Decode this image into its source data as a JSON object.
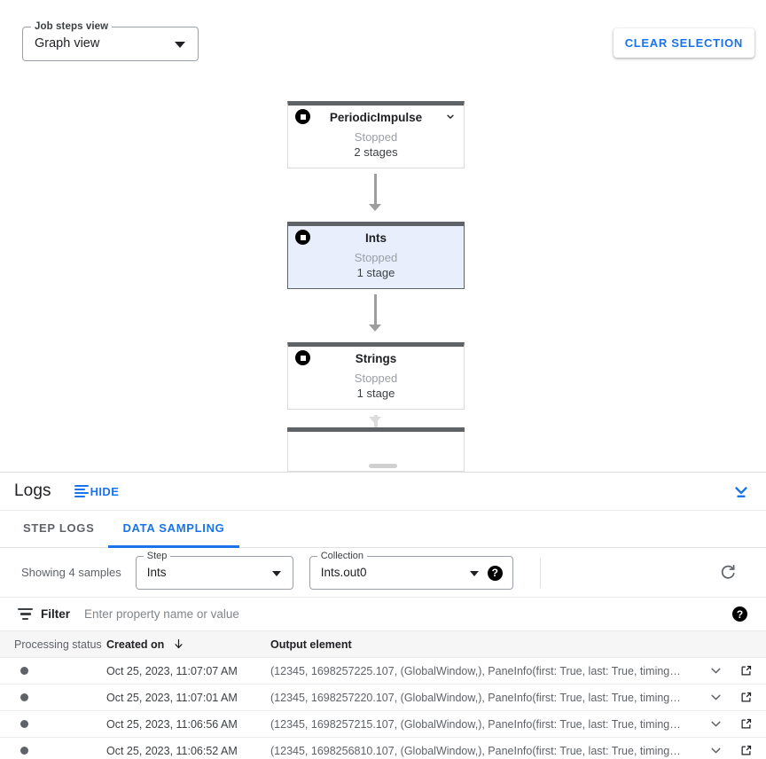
{
  "toolbar": {
    "job_steps_view": {
      "legend": "Job steps view",
      "value": "Graph view",
      "icon": "chevron-down-icon"
    },
    "clear_selection_label": "CLEAR SELECTION"
  },
  "graph": {
    "nodes": [
      {
        "title": "PeriodicImpulse",
        "status": "Stopped",
        "stages": "2 stages",
        "selected": false,
        "has_chevron": true,
        "icon": "stop-icon"
      },
      {
        "title": "Ints",
        "status": "Stopped",
        "stages": "1 stage",
        "selected": true,
        "has_chevron": false,
        "icon": "stop-icon"
      },
      {
        "title": "Strings",
        "status": "Stopped",
        "stages": "1 stage",
        "selected": false,
        "has_chevron": false,
        "icon": "stop-icon"
      }
    ],
    "accent_selected": "#e8eefc",
    "node_bar_color": "#5f6368"
  },
  "logs": {
    "title": "Logs",
    "hide_label": "HIDE",
    "collapse_icon": "collapse-panel-icon",
    "tabs": [
      {
        "label": "STEP LOGS",
        "active": false
      },
      {
        "label": "DATA SAMPLING",
        "active": true
      }
    ],
    "accent": "#1a73e8"
  },
  "sampling": {
    "showing_label": "Showing 4 samples",
    "step": {
      "legend": "Step",
      "value": "Ints"
    },
    "collection": {
      "legend": "Collection",
      "value": "Ints.out0"
    },
    "help_glyph": "?",
    "refresh_icon": "refresh-icon"
  },
  "filter": {
    "label": "Filter",
    "placeholder": "Enter property name or value",
    "value": "",
    "help_glyph": "?"
  },
  "table": {
    "columns": [
      "Processing status",
      "Created on",
      "Output element"
    ],
    "sort_column": "Created on",
    "sort_direction": "desc",
    "rows": [
      {
        "status": "",
        "created_on": "Oct 25, 2023, 11:07:07 AM",
        "output_element": "(12345, 1698257225.107, (GlobalWindow,), PaneInfo(first: True, last: True, timing…"
      },
      {
        "status": "",
        "created_on": "Oct 25, 2023, 11:07:01 AM",
        "output_element": "(12345, 1698257220.107, (GlobalWindow,), PaneInfo(first: True, last: True, timing…"
      },
      {
        "status": "",
        "created_on": "Oct 25, 2023, 11:06:56 AM",
        "output_element": "(12345, 1698257215.107, (GlobalWindow,), PaneInfo(first: True, last: True, timing…"
      },
      {
        "status": "",
        "created_on": "Oct 25, 2023, 11:06:52 AM",
        "output_element": "(12345, 1698256810.107, (GlobalWindow,), PaneInfo(first: True, last: True, timing…"
      }
    ]
  }
}
